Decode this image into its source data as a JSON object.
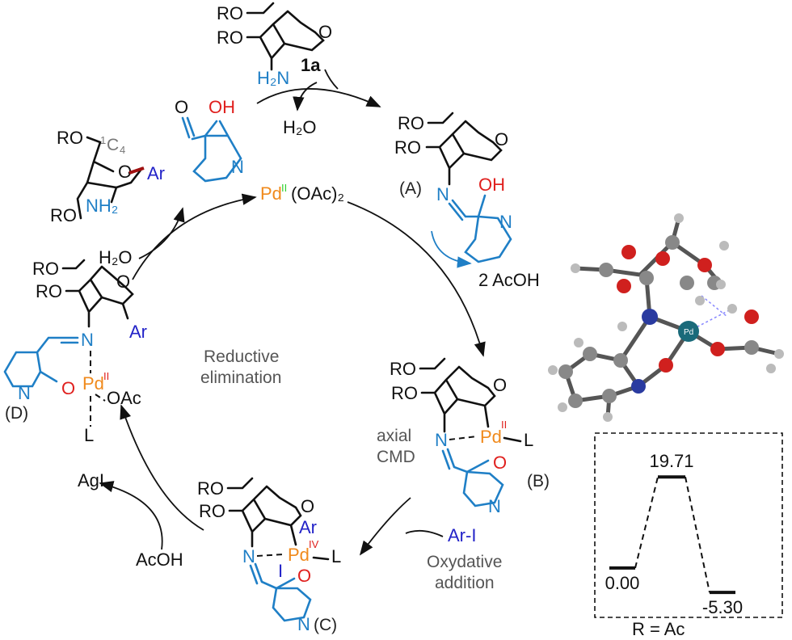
{
  "colors": {
    "pd": "#f08a1c",
    "blue_pyridine": "#1f7fc6",
    "red_oxygen": "#e0201e",
    "aryl_blue": "#2323c8",
    "ox_green": "#2fd12f",
    "ox_red": "#e0201e",
    "gray_label": "#777777",
    "arrow_blue": "#1f7fc6"
  },
  "reagents": {
    "compound_1a": "1a",
    "h2o_top": "H₂O",
    "h2o_left": "H₂O",
    "acoh_release": "2 AcOH",
    "ar_i": "Ar-I",
    "acoh_bottom": "AcOH",
    "agi": "AgI",
    "catalyst_pd": "Pd",
    "catalyst_ox": "II",
    "catalyst_ligand": "(OAc)₂"
  },
  "labels": {
    "A": "(A)",
    "B": "(B)",
    "C": "(C)",
    "D": "(D)",
    "chair": "C",
    "chair_sup": "1",
    "chair_sub": "4"
  },
  "steps": {
    "cmd_line1": "axial",
    "cmd_line2": "CMD",
    "oxadd_line1": "Oxydative",
    "oxadd_line2": "addition",
    "red_elim_line1": "Reductive",
    "red_elim_line2": "elimination"
  },
  "atoms": {
    "RO": "RO",
    "O": "O",
    "OH": "OH",
    "N": "N",
    "H2N": "H₂N",
    "NH2": "NH₂",
    "Ar": "Ar",
    "I": "I",
    "L": "L",
    "OAc": "OAc",
    "Pd": "Pd",
    "ox_II": "II",
    "ox_IV": "IV"
  },
  "energy_diagram": {
    "levels": [
      0.0,
      19.71,
      -5.3
    ],
    "labels": [
      "0.00",
      "19.71",
      "-5.30"
    ],
    "caption": "R = Ac"
  },
  "model_3d": {
    "pd_label": "Pd"
  }
}
